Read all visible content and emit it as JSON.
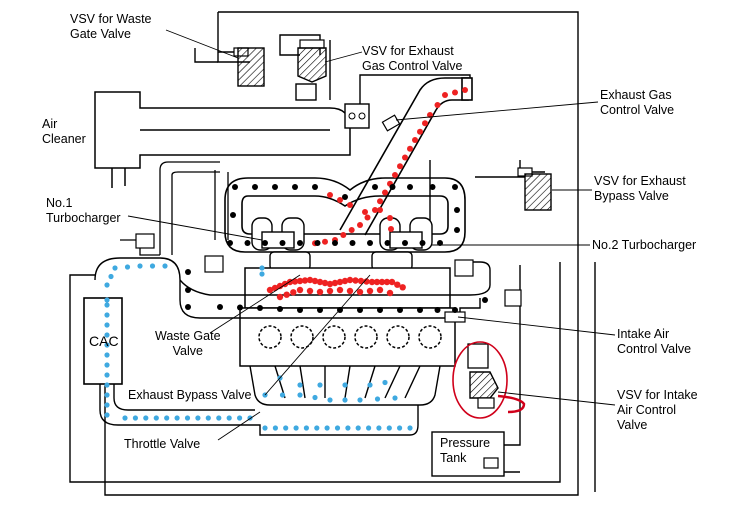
{
  "labels": {
    "vsv_waste_gate": [
      "VSV for Waste",
      "Gate Valve"
    ],
    "vsv_exhaust_gas": [
      "VSV for Exhaust",
      "Gas Control Valve"
    ],
    "air_cleaner": [
      "Air",
      "Cleaner"
    ],
    "exhaust_gas_control": [
      "Exhaust Gas",
      "Control Valve"
    ],
    "vsv_exhaust_bypass": [
      "VSV for Exhaust",
      "Bypass Valve"
    ],
    "no1_turbo": [
      "No.1",
      "Turbocharger"
    ],
    "no2_turbo": "No.2 Turbocharger",
    "cac": "CAC",
    "waste_gate": [
      "Waste Gate",
      "Valve"
    ],
    "exhaust_bypass": "Exhaust Bypass Valve",
    "throttle": "Throttle Valve",
    "intake_air_control": [
      "Intake Air",
      "Control Valve"
    ],
    "vsv_intake_air": [
      "VSV for Intake",
      "Air Control",
      "Valve"
    ],
    "pressure_tank": [
      "Pressure",
      "Tank"
    ]
  },
  "flows": {
    "intake_color": "#3fa9e0",
    "exhaust_color": "#ee2222",
    "oil_color": "#000000",
    "highlight_color": "#d0001a"
  }
}
